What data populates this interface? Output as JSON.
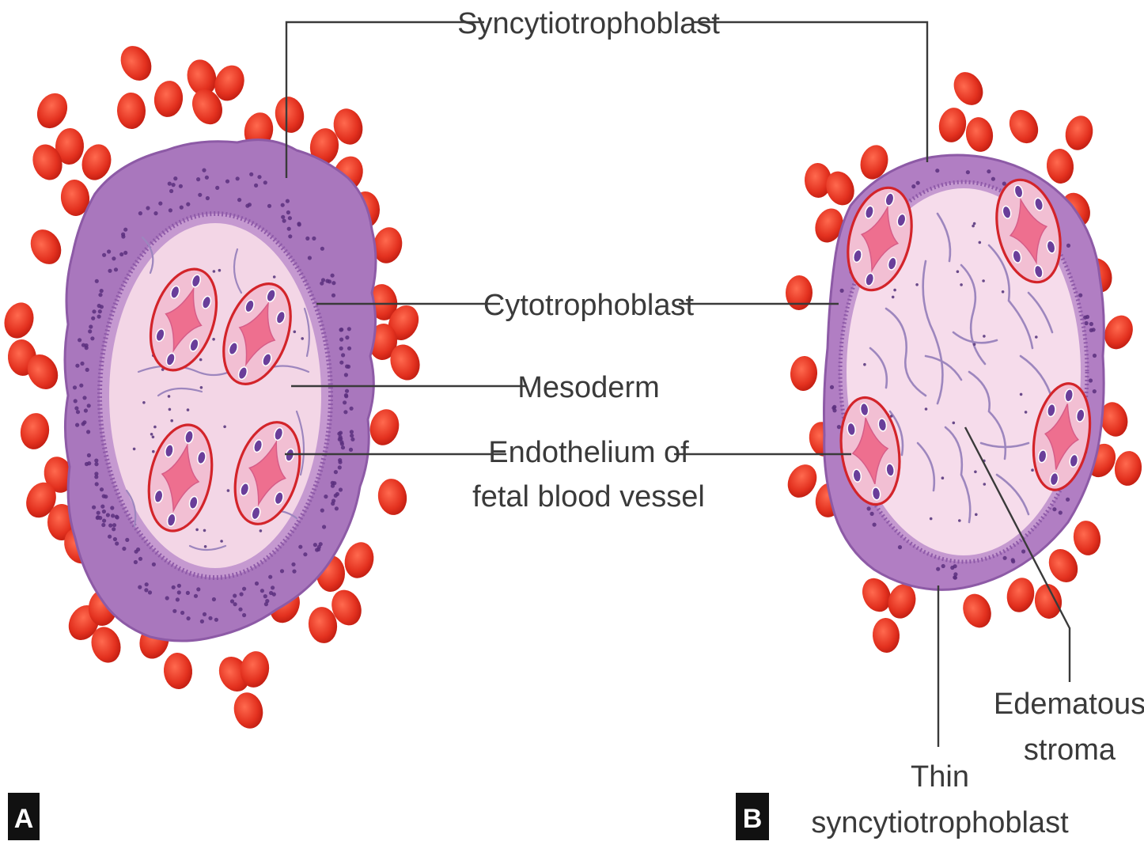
{
  "labels": {
    "syncytiotrophoblast": "Syncytiotrophoblast",
    "cytotrophoblast": "Cytotrophoblast",
    "mesoderm": "Mesoderm",
    "endothelium_line1": "Endothelium of",
    "endothelium_line2": "fetal blood vessel",
    "edematous_line1": "Edematous",
    "edematous_line2": "stroma",
    "thin_line1": "Thin",
    "thin_line2": "syncytiotrophoblast"
  },
  "panels": {
    "a": "A",
    "b": "B"
  },
  "colors": {
    "rbc": "#e3311f",
    "syncytio": "#a977bd",
    "syncytio_edge": "#8d5aa6",
    "cyto_ring": "#8e5aa8",
    "stroma": "#f3d6e6",
    "vessel_outline": "#d3242a",
    "vessel_lumen": "#ee6f8f",
    "vessel_wall": "#f2bfd3",
    "nucleus": "#6a3e9a",
    "fiber": "#9d86be",
    "text": "#3a3a3a"
  },
  "icons": {
    "cells": "red-blood-cell-icon"
  }
}
